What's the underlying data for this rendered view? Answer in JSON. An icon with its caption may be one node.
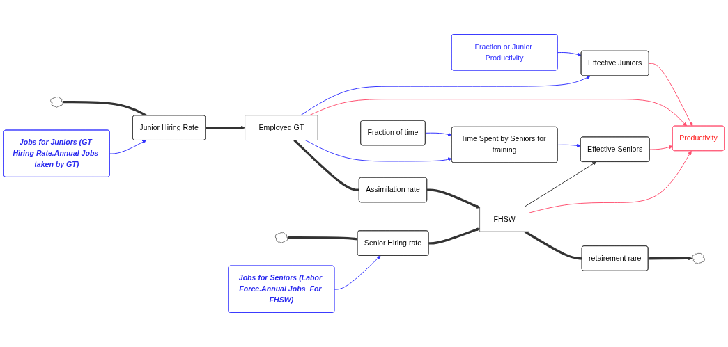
{
  "diagram": {
    "nodes": [
      {
        "text": [
          "Fraction or Junior Productivity"
        ]
      },
      {
        "text": [
          "Effective Juniors"
        ]
      },
      {
        "text": [
          "Productivity"
        ]
      },
      {
        "text": [
          "Time Spent by Seniors for training"
        ]
      },
      {
        "text": [
          "Fraction of time"
        ]
      },
      {
        "text": [
          "Effective Seniors"
        ]
      },
      {
        "text": [
          "Employed GT"
        ]
      },
      {
        "text": [
          "FHSW"
        ]
      },
      {
        "text": [],
        "shape": "cloud"
      },
      {
        "text": [
          "Junior Hiring Rate"
        ]
      },
      {
        "text": [
          "Assimilation rate"
        ]
      },
      {
        "text": [
          "retairement rare"
        ]
      },
      {
        "text": [],
        "shape": "cloud"
      },
      {
        "text": [
          "Jobs for Juniors (GT Hiring Rate.Annual Jobs taken by GT)"
        ]
      },
      {
        "text": [
          "Senior Hiring rate"
        ]
      },
      {
        "text": [
          "Jobs for Seniors (Labor Force.Annual Jobs  For FHSW)"
        ]
      },
      {
        "text": [],
        "shape": "cloud"
      }
    ],
    "edges": [
      {
        "from": 0,
        "to": 1,
        "arrow": "to",
        "color": "#3333ff"
      },
      {
        "from": 1,
        "to": 2,
        "arrow": "to",
        "color": "#ff5070"
      },
      {
        "from": 6,
        "to": 2,
        "arrow": "to",
        "color": "#ff5070"
      },
      {
        "from": 5,
        "to": 2,
        "arrow": "to",
        "color": "#ff5070"
      },
      {
        "from": 7,
        "to": 2,
        "arrow": "to",
        "color": "#ff5070"
      },
      {
        "from": 6,
        "to": 1,
        "arrow": "to",
        "color": "#3333ff"
      },
      {
        "from": 4,
        "to": 3,
        "arrow": "to",
        "color": "#3333ff"
      },
      {
        "from": 3,
        "to": 5,
        "arrow": "to",
        "color": "#3333ff"
      },
      {
        "from": 6,
        "to": 3,
        "arrow": "to",
        "color": "#3333ff"
      },
      {
        "from": 7,
        "to": 5,
        "arrow": "to"
      },
      {
        "from": 8,
        "to": 9,
        "arrow": "none",
        "style": "thick"
      },
      {
        "from": 9,
        "to": 6,
        "arrow": "to",
        "style": "thick"
      },
      {
        "from": 6,
        "to": 10,
        "arrow": "none",
        "style": "thick"
      },
      {
        "from": 10,
        "to": 7,
        "arrow": "to",
        "style": "thick"
      },
      {
        "from": 7,
        "to": 11,
        "arrow": "none",
        "style": "thick"
      },
      {
        "from": 11,
        "to": 12,
        "arrow": "to",
        "style": "thick"
      },
      {
        "from": 16,
        "to": 14,
        "arrow": "none",
        "style": "thick"
      },
      {
        "from": 14,
        "to": 7,
        "arrow": "to",
        "style": "thick"
      },
      {
        "from": 13,
        "to": 9,
        "arrow": "to",
        "color": "#3333ff"
      },
      {
        "from": 15,
        "to": 14,
        "arrow": "to",
        "color": "#3333ff"
      }
    ]
  }
}
